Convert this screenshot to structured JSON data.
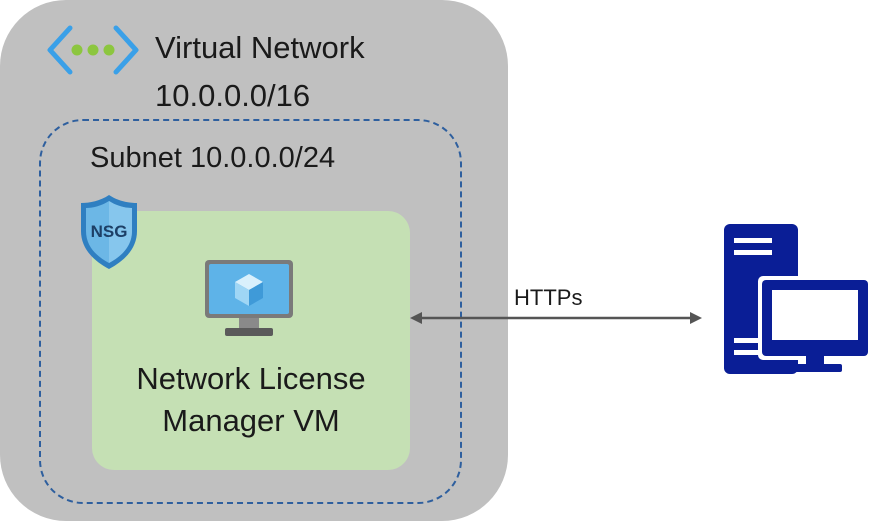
{
  "virtual_network": {
    "title": "Virtual Network",
    "address_space": "10.0.0.0/16",
    "icon": "virtual-network-icon"
  },
  "subnet": {
    "label": "Subnet 10.0.0.0/24"
  },
  "nsg": {
    "icon": "network-security-group-icon",
    "badge_text": "NSG"
  },
  "vm": {
    "label_line1": "Network License",
    "label_line2": "Manager VM",
    "icon": "virtual-machine-icon"
  },
  "connection": {
    "label": "HTTPs",
    "direction": "bidirectional"
  },
  "client": {
    "icon": "client-computer-icon"
  },
  "colors": {
    "vnet_background": "#c0c0c0",
    "subnet_border": "#2e5f9e",
    "vm_background": "#c5e0b4",
    "client_icon": "#0a1e96",
    "azure_blue": "#3aa0e8",
    "vnet_dots": "#8cc63f"
  }
}
